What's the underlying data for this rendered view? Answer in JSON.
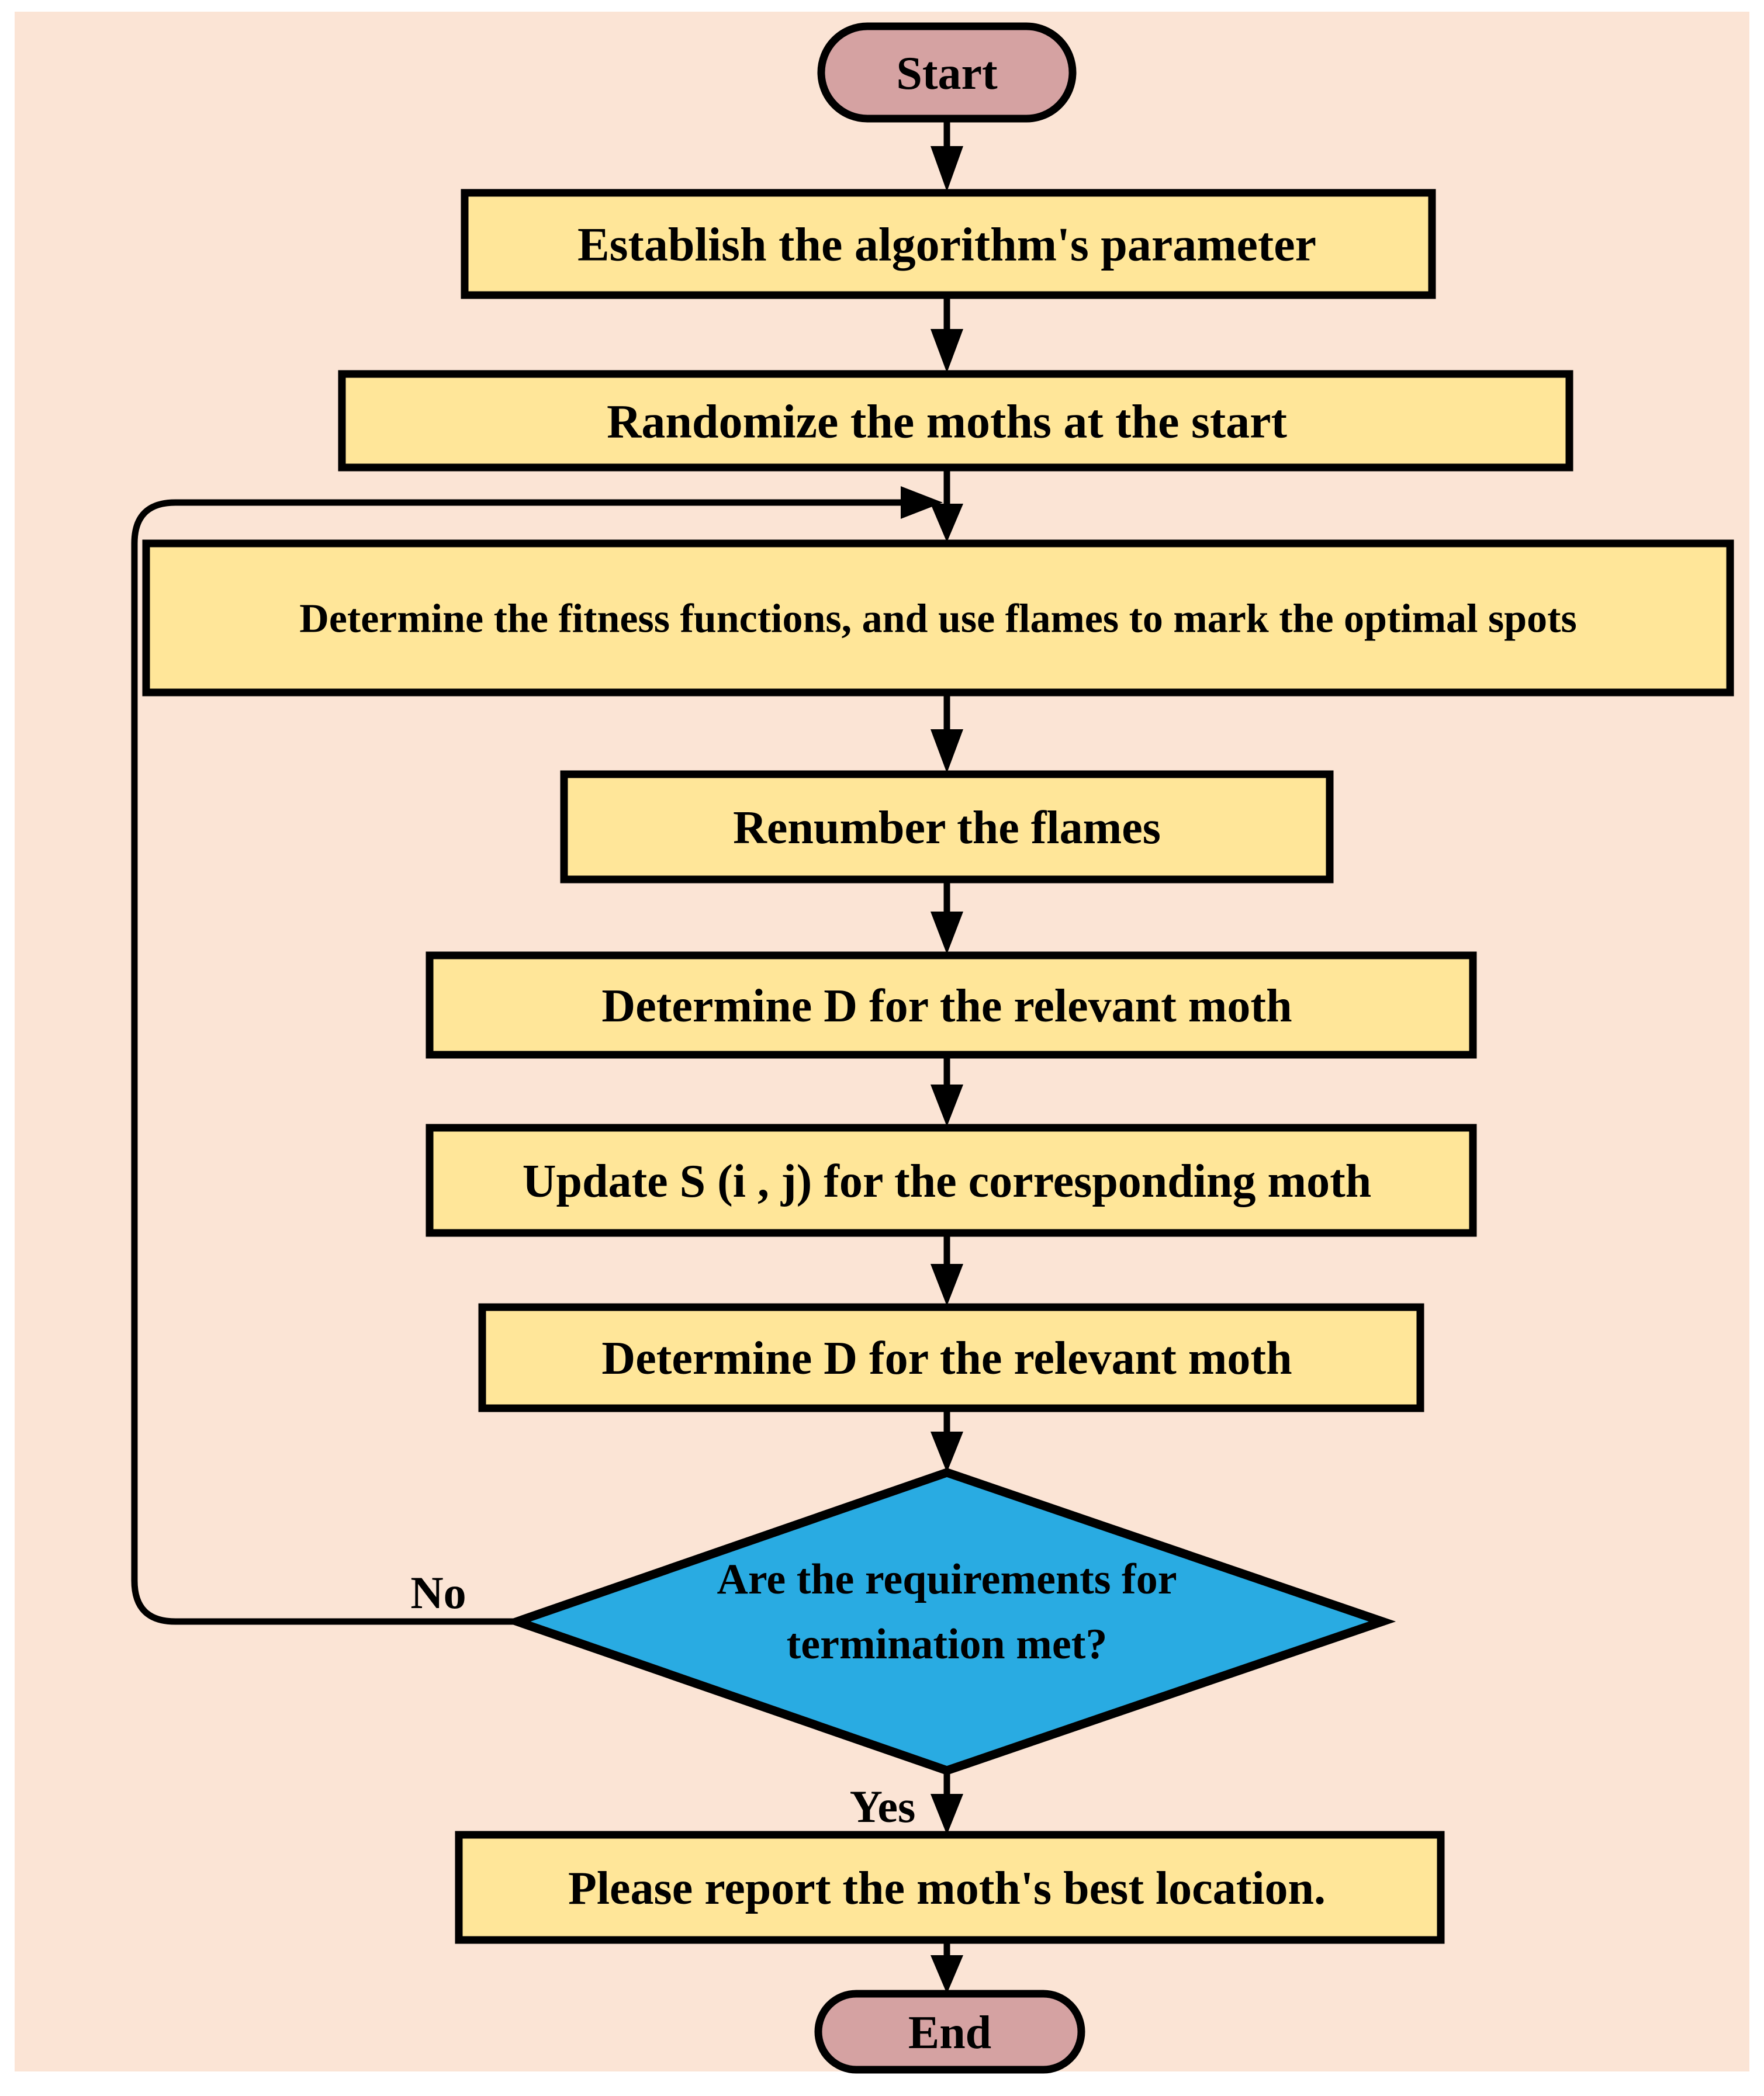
{
  "figure": {
    "background": "#FBE4D5",
    "page_background": "#FFFFFF",
    "line_color": "#000000"
  },
  "colors": {
    "terminal_fill": "#D5A2A2",
    "process_fill": "#FFE699",
    "decision_fill": "#29ABE2"
  },
  "nodes": {
    "start": {
      "label": "Start",
      "type": "terminal"
    },
    "establish_params": {
      "label": "Establish the algorithm's parameter",
      "type": "process"
    },
    "randomize_moths": {
      "label": "Randomize the moths at the start",
      "type": "process"
    },
    "fitness_flames": {
      "label": "Determine the fitness functions, and use flames to mark the optimal spots",
      "type": "process"
    },
    "renumber_flames": {
      "label": "Renumber the flames",
      "type": "process"
    },
    "determine_d_1": {
      "label": "Determine D for the relevant moth",
      "type": "process"
    },
    "update_s": {
      "label": "Update S (i , j) for the corresponding moth",
      "type": "process"
    },
    "determine_d_2": {
      "label": "Determine D for the relevant moth",
      "type": "process"
    },
    "termination_decision": {
      "line1": "Are the requirements for",
      "line2": "termination met?",
      "type": "decision"
    },
    "report_location": {
      "label": "Please report the moth's best location.",
      "type": "process"
    },
    "end": {
      "label": "End",
      "type": "terminal"
    }
  },
  "edge_labels": {
    "no": "No",
    "yes": "Yes"
  }
}
